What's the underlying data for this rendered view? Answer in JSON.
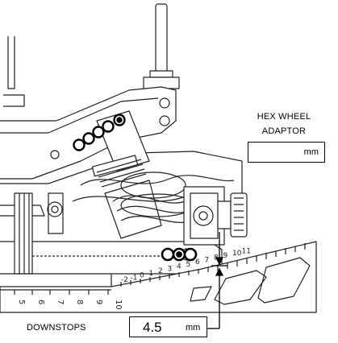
{
  "hex_wheel_adaptor": {
    "title_line1": "HEX WHEEL",
    "title_line2": "ADAPTOR",
    "value": "",
    "unit": "mm"
  },
  "downstops": {
    "label": "DOWNSTOPS",
    "value": "4.5",
    "unit": "mm"
  },
  "gauge": {
    "upper_scale": [
      "-2",
      "-1",
      "0",
      "1",
      "2",
      "3",
      "4",
      "5",
      "6",
      "7",
      "8",
      "9",
      "10",
      "11"
    ],
    "lower_scale": [
      "10",
      "9",
      "8",
      "7",
      "6",
      "5"
    ]
  }
}
